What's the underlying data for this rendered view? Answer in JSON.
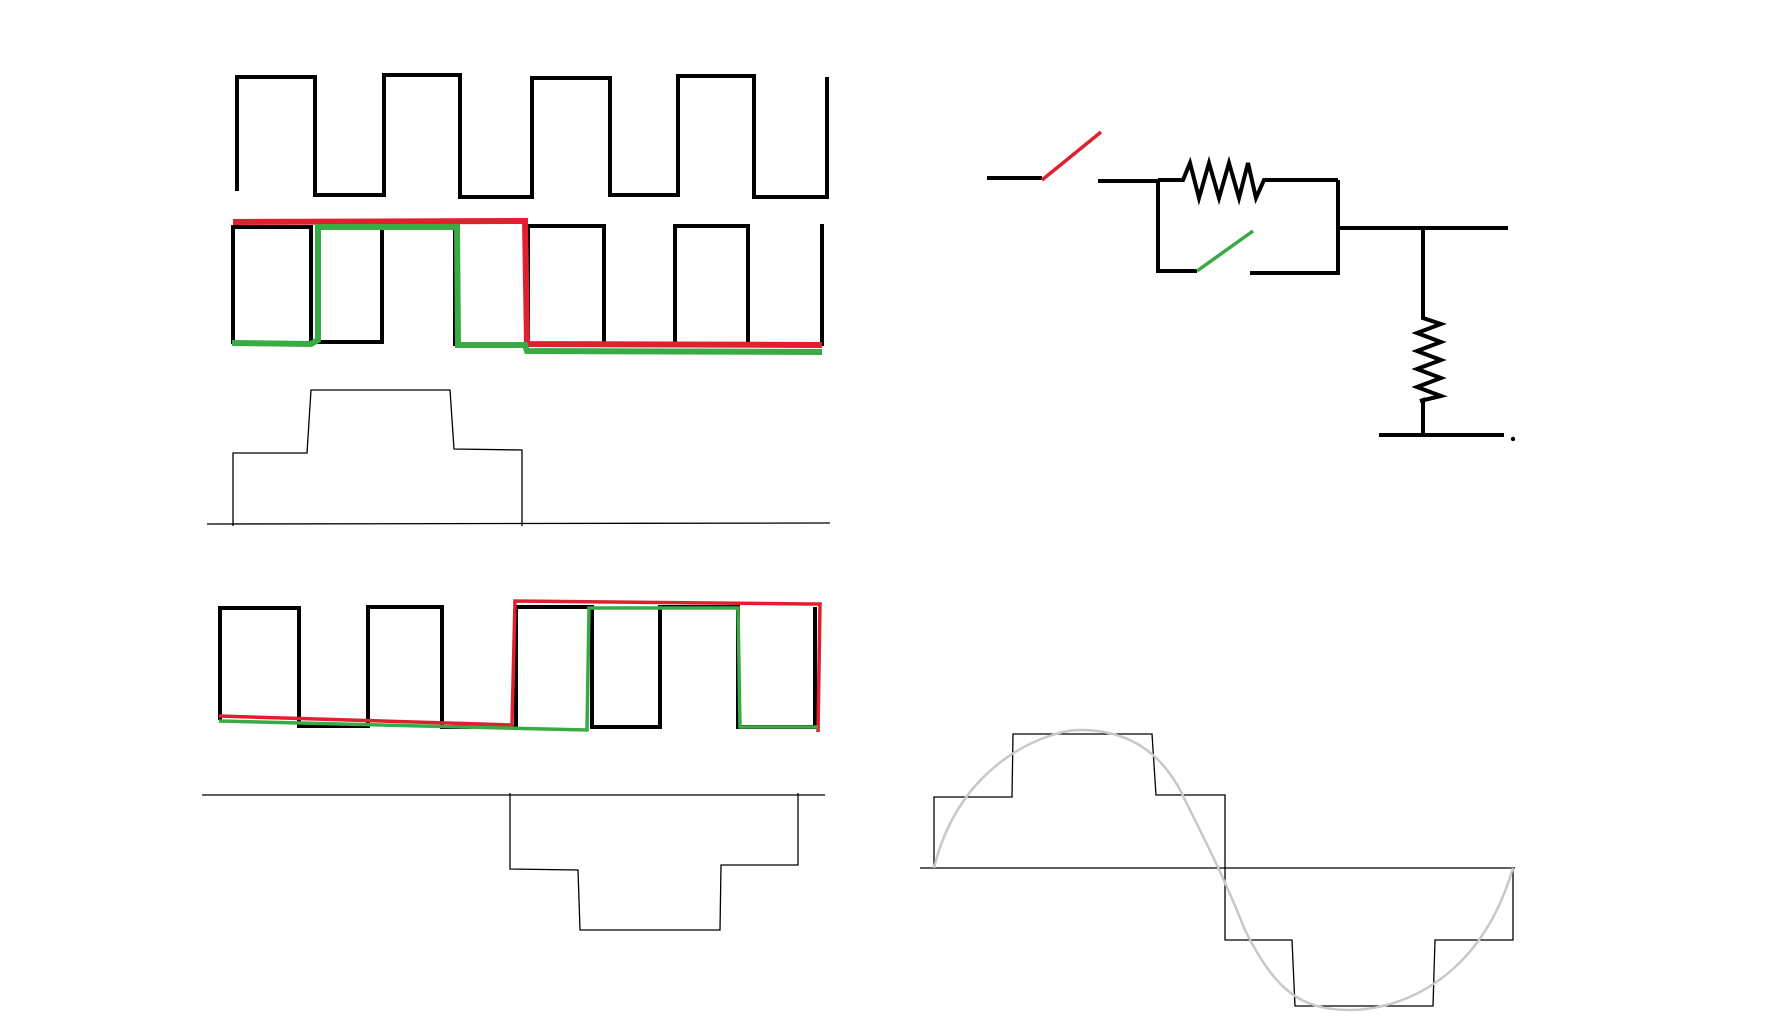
{
  "colors": {
    "background": "#ffffff",
    "ink": "#000000",
    "red": "#e0202f",
    "green": "#3aaa45",
    "sine": "#c8c8c8"
  },
  "components": [
    "square-wave",
    "switch",
    "resistor",
    "step-waveform",
    "sine-wave"
  ]
}
